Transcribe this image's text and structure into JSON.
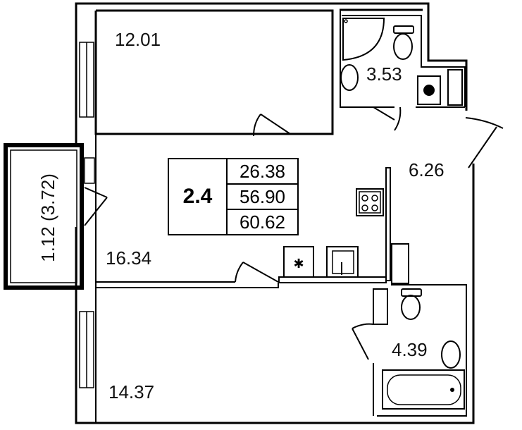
{
  "plan": {
    "apartment_type": "2.4",
    "areas": {
      "living": "26.38",
      "total": "56.90",
      "total_with_balcony": "60.62"
    }
  },
  "rooms": [
    {
      "id": "bedroom-1",
      "area": "12.01"
    },
    {
      "id": "bathroom-shower",
      "area": "3.53"
    },
    {
      "id": "hallway",
      "area": "6.26"
    },
    {
      "id": "balcony",
      "area": "1.12 (3.72)"
    },
    {
      "id": "kitchen-living",
      "area": "16.34"
    },
    {
      "id": "bathroom-tub",
      "area": "4.39"
    },
    {
      "id": "bedroom-2",
      "area": "14.37"
    }
  ],
  "fixtures": [
    "shower-corner",
    "toilet",
    "sink",
    "washing-machine",
    "water-heater",
    "stove-4-burner",
    "fridge",
    "kitchen-sink",
    "bathtub"
  ]
}
